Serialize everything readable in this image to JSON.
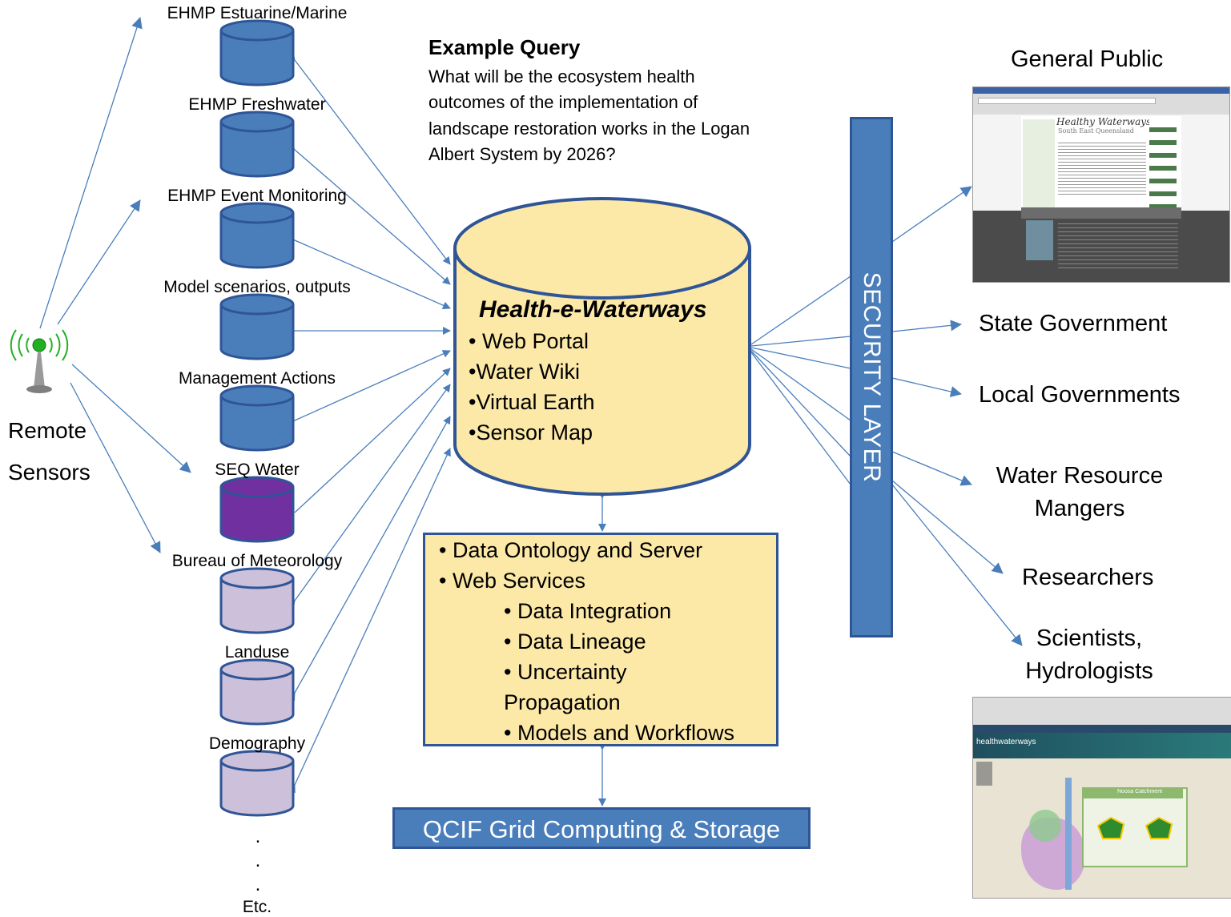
{
  "remote_sensors": {
    "label_line1": "Remote",
    "label_line2": "Sensors"
  },
  "sources": [
    {
      "label": "EHMP Estuarine/Marine",
      "color": "#4a7ebb"
    },
    {
      "label": "EHMP Freshwater",
      "color": "#4a7ebb"
    },
    {
      "label": "EHMP Event Monitoring",
      "color": "#4a7ebb"
    },
    {
      "label": "Model scenarios, outputs",
      "color": "#4a7ebb"
    },
    {
      "label": "Management Actions",
      "color": "#4a7ebb"
    },
    {
      "label": "SEQ Water",
      "color": "#7030a0"
    },
    {
      "label": "Bureau of Meteorology",
      "color": "#ccc0da"
    },
    {
      "label": "Landuse",
      "color": "#ccc0da"
    },
    {
      "label": "Demography",
      "color": "#ccc0da"
    }
  ],
  "etc_label": "Etc.",
  "query": {
    "title": "Example Query",
    "lines": [
      "What will be the ecosystem health",
      "outcomes of the implementation of",
      "landscape restoration works in the Logan",
      "Albert System by 2026?"
    ]
  },
  "hub": {
    "title": "Health-e-Waterways",
    "fill": "#fde9a7",
    "items": [
      "• Web Portal",
      "•Water Wiki",
      "•Virtual Earth",
      "•Sensor Map"
    ]
  },
  "services_box": {
    "lines": [
      "• Data Ontology and Server",
      "• Web Services",
      "• Data Integration",
      "• Data Lineage",
      "• Uncertainty",
      "Propagation",
      "• Models and Workflows"
    ]
  },
  "qcif_label": "QCIF Grid Computing & Storage",
  "security_label": "SECURITY LAYER",
  "audiences": {
    "general_public": "General Public",
    "state_government": "State Government",
    "local_governments": "Local Governments",
    "water_resource_line1": "Water Resource",
    "water_resource_line2": "Mangers",
    "researchers": "Researchers",
    "scientists_line1": "Scientists,",
    "scientists_line2": "Hydrologists"
  },
  "screenshot_top": {
    "heading": "Healthy Waterways",
    "subheading": "South East Queensland"
  },
  "screenshot_bottom": {
    "logo": "healthwaterways",
    "panel_title": "Noosa Catchment"
  },
  "colors": {
    "arrow": "#4a7ebb",
    "border": "#2f5597",
    "accent_blue": "#4a7ebb"
  }
}
